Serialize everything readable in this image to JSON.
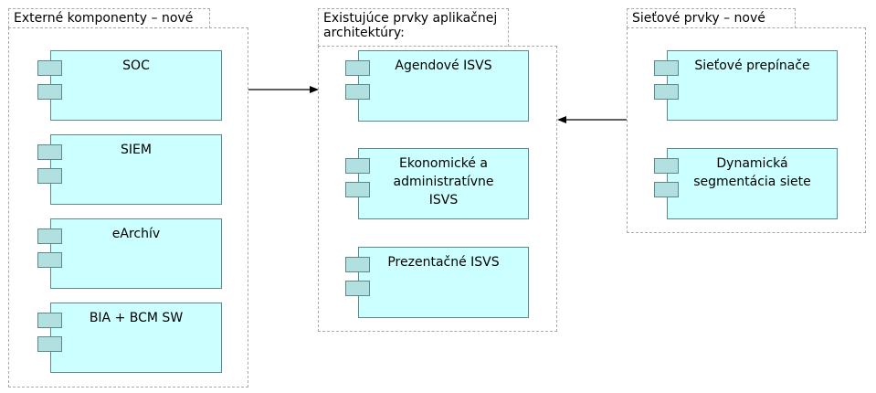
{
  "groups": {
    "external": {
      "title": "Externé komponenty – nové",
      "components": [
        "SOC",
        "SIEM",
        "eArchív",
        "BIA + BCM SW"
      ]
    },
    "existing": {
      "title": "Existujúce prvky aplikačnej architektúry:",
      "components": [
        "Agendové ISVS",
        "Ekonomické a administratívne ISVS",
        "Prezentačné ISVS"
      ]
    },
    "network": {
      "title": "Sieťové prvky – nové",
      "components": [
        "Sieťové prepínače",
        "Dynamická segmentácia siete"
      ]
    }
  },
  "colors": {
    "component_fill": "#ccffff",
    "component_border": "#5c8a8a",
    "port_fill": "#b2dfdf",
    "group_border": "#a9a9a9",
    "arrow": "#000000"
  }
}
